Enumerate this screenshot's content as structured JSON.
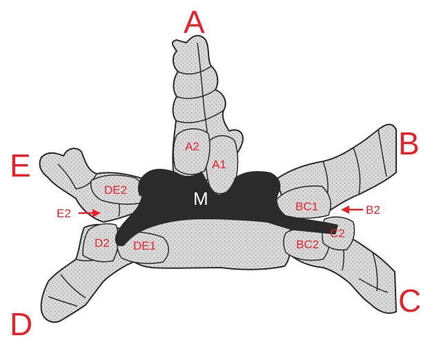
{
  "colors": {
    "label_red": "#e8222b",
    "plate_gray": "#d9d9d9",
    "stipple_dark": "#8a8a8a",
    "outline": "#2a2a2a",
    "madreporite": "#2b2b2b",
    "center_label": "#ffffff"
  },
  "arm_labels": {
    "a": "A",
    "b": "B",
    "c": "C",
    "d": "D",
    "e": "E"
  },
  "plate_labels": {
    "a2": "A2",
    "a1": "A1",
    "de2": "DE2",
    "e2": "E2",
    "d2": "D2",
    "de1": "DE1",
    "bc1": "BC1",
    "b2": "B2",
    "bc2": "BC2",
    "c2": "C2"
  },
  "center_label": "M"
}
